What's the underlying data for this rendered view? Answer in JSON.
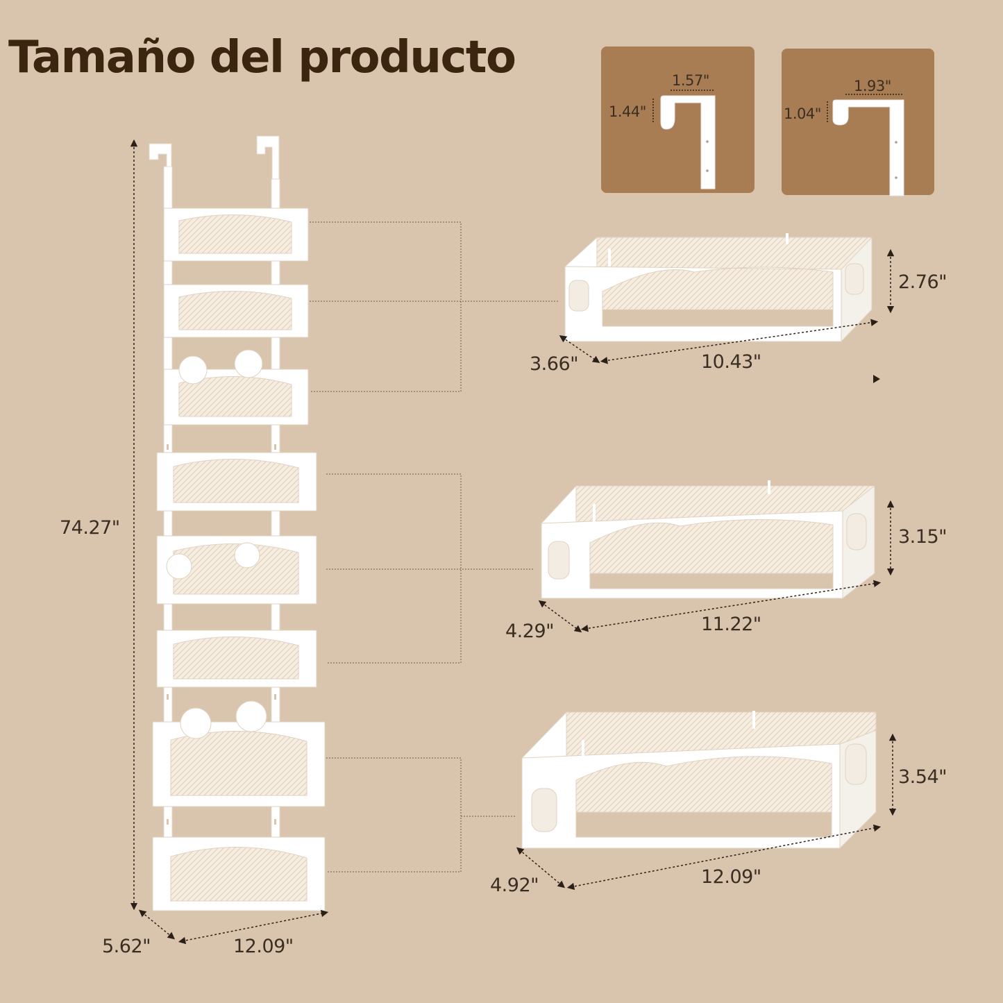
{
  "title": "Tamaño del producto",
  "hooks": [
    {
      "width": "1.57\"",
      "height": "1.44\""
    },
    {
      "width": "1.93\"",
      "height": "1.04\""
    }
  ],
  "rack": {
    "height": "74.27\"",
    "depth": "5.62\"",
    "width": "12.09\""
  },
  "baskets": [
    {
      "height": "2.76\"",
      "depth": "3.66\"",
      "width": "10.43\""
    },
    {
      "height": "3.15\"",
      "depth": "4.29\"",
      "width": "11.22\""
    },
    {
      "height": "3.54\"",
      "depth": "4.92\"",
      "width": "12.09\""
    }
  ],
  "colors": {
    "background": "#d9c5ad",
    "title": "#3b2410",
    "hook_card": "#a87d54",
    "product": "#ffffff"
  }
}
